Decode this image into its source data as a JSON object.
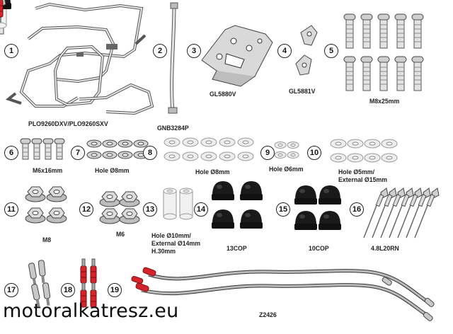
{
  "items": [
    {
      "number": "1",
      "label": "PLO9260DXV/PLO9260SXV",
      "icon": "pannier-frame-icon"
    },
    {
      "number": "2",
      "label": "GNB3284P",
      "icon": "strap-bar-icon"
    },
    {
      "number": "3",
      "label": "GL5880V",
      "icon": "mounting-plate-icon"
    },
    {
      "number": "4",
      "label": "GL5881V",
      "icon": "small-bracket-icon"
    },
    {
      "number": "5",
      "label": "M8x25mm",
      "icon": "long-bolt-icon"
    },
    {
      "number": "6",
      "label": "M6x16mm",
      "icon": "short-bolt-icon"
    },
    {
      "number": "7",
      "label": "Hole Ø8mm",
      "icon": "spring-washer-icon"
    },
    {
      "number": "8",
      "label": "Hole Ø8mm",
      "icon": "flat-washer-icon"
    },
    {
      "number": "9",
      "label": "Hole Ø6mm",
      "icon": "small-washer-icon"
    },
    {
      "number": "10",
      "label": "Hole Ø5mm/ External Ø15mm",
      "icon": "washer-icon"
    },
    {
      "number": "11",
      "label": "M8",
      "icon": "flange-nut-icon"
    },
    {
      "number": "12",
      "label": "M6",
      "icon": "flange-nut-icon"
    },
    {
      "number": "13",
      "label": "Hole Ø10mm/ External Ø14mm H.30mm",
      "icon": "spacer-icon"
    },
    {
      "number": "14",
      "label": "13COP",
      "icon": "nut-cap-icon"
    },
    {
      "number": "15",
      "label": "10COP",
      "icon": "nut-cap-icon"
    },
    {
      "number": "16",
      "label": "4.8L20RN",
      "icon": "rivet-icon"
    },
    {
      "number": "17",
      "label": "",
      "icon": "connector-icon"
    },
    {
      "number": "18",
      "label": "",
      "icon": "red-connector-icon"
    },
    {
      "number": "19",
      "label": "Z2426",
      "icon": "wiring-harness-icon"
    }
  ],
  "watermark": "motoralkatresz.eu"
}
